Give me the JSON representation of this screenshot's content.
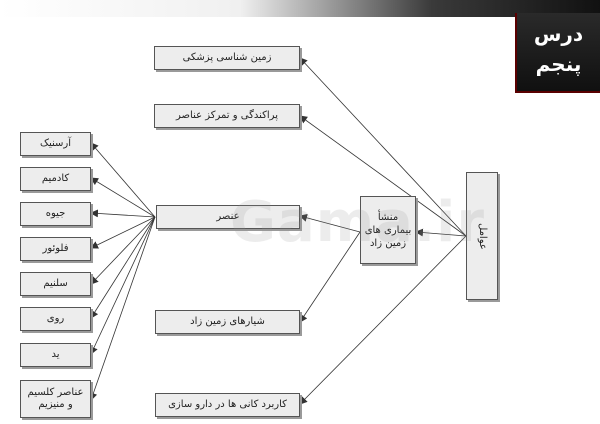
{
  "header": {
    "title": "درس\nپنجم"
  },
  "center_node": "منشأ بیماری های زمین زاد",
  "right_node": "عوامل",
  "right_nodes": [
    "زمین شناسی پزشکی",
    "پراکندگی و تمرکز عناصر",
    "عنصر",
    "شیارهای زمین زاد",
    "کاربرد کانی ها در دارو سازی"
  ],
  "element_list": [
    "آرسنیک",
    "کادمیم",
    "جیوه",
    "فلوئور",
    "سلنیم",
    "روی",
    "ید",
    "عناصر کلسیم و منیزیم"
  ],
  "watermark": "Gama.ir",
  "colors": {
    "box_fill": "#ededed",
    "box_border": "#555555",
    "header_bg": "#151515"
  }
}
